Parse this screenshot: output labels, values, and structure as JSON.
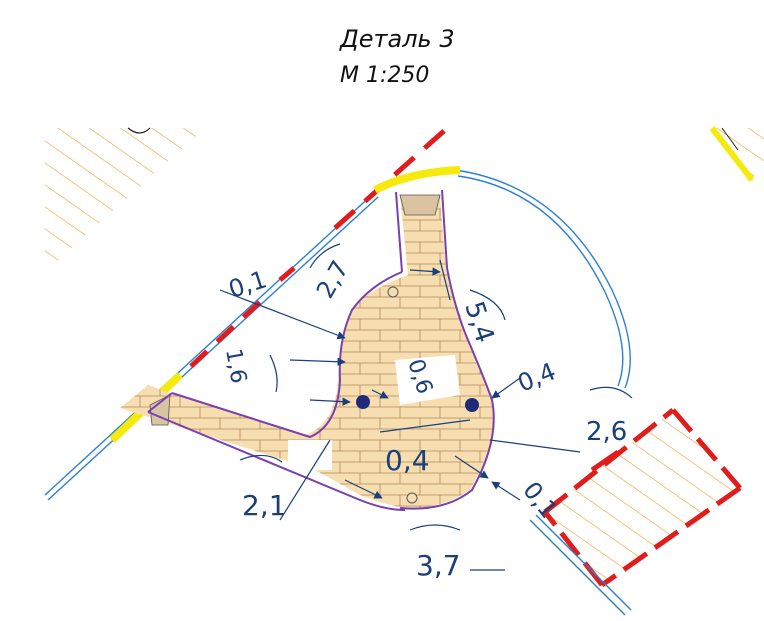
{
  "title": {
    "line1": "Деталь 3",
    "line2": "М 1:250"
  },
  "dimensions": [
    {
      "id": "d01",
      "text": "0,1"
    },
    {
      "id": "d27",
      "text": "2,7"
    },
    {
      "id": "d54",
      "text": "5,4"
    },
    {
      "id": "d16",
      "text": "1,6"
    },
    {
      "id": "d06",
      "text": "0,6"
    },
    {
      "id": "d04a",
      "text": "0,4"
    },
    {
      "id": "d04b",
      "text": "0,4"
    },
    {
      "id": "d26",
      "text": "2,6"
    },
    {
      "id": "d21",
      "text": "2,1"
    },
    {
      "id": "d01b",
      "text": "0,1"
    },
    {
      "id": "d37",
      "text": "3,7"
    }
  ],
  "colors": {
    "paving": "#f6deb0",
    "paving_joint": "#b08a5e",
    "border_purple": "#7a3fb0",
    "curb_blue": "#2a7fd6",
    "hatch_orange": "#f0a030",
    "edge_red": "#e21b1b",
    "edge_yellow": "#f6ea0d",
    "dimension_blue": "#1a3f7a",
    "node_fill": "#1f2a7a"
  }
}
